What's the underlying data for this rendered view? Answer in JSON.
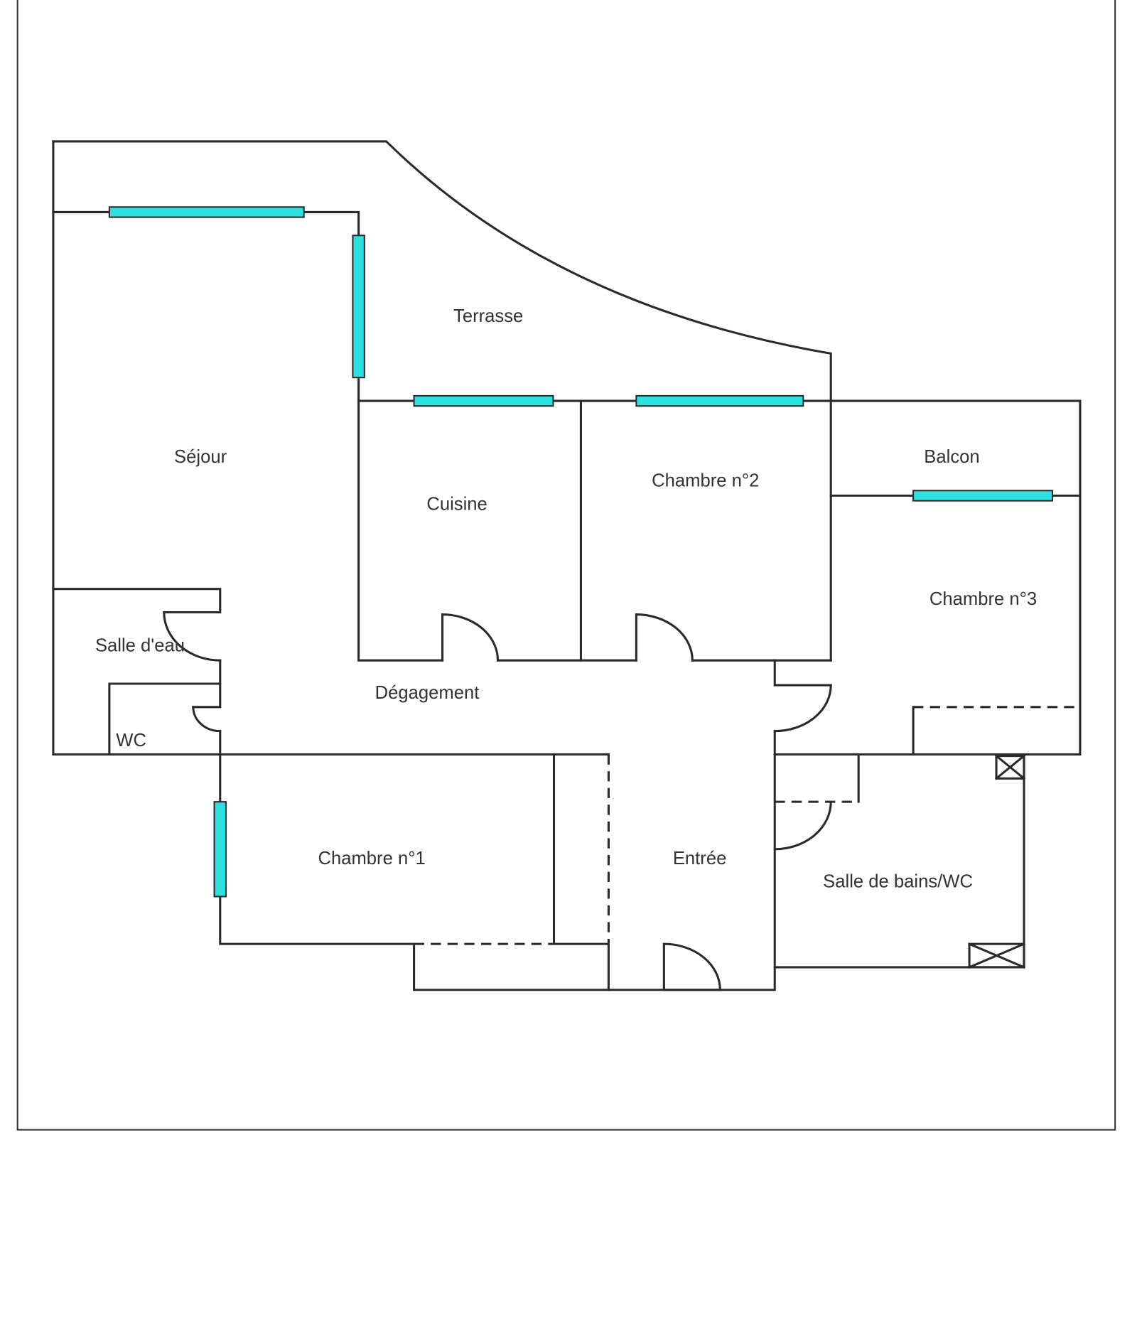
{
  "title": "Plan de l'appartement",
  "rooms": {
    "terrasse": "Terrasse",
    "sejour": "Séjour",
    "cuisine": "Cuisine",
    "chambre2": "Chambre n°2",
    "balcon": "Balcon",
    "chambre3": "Chambre n°3",
    "salle_eau": "Salle d'eau",
    "degagement": "Dégagement",
    "wc": "WC",
    "chambre1": "Chambre n°1",
    "entree": "Entrée",
    "salle_bains": "Salle de bains/WC"
  },
  "colors": {
    "window": "#2ee0e0",
    "wall": "#2a2a2a"
  }
}
